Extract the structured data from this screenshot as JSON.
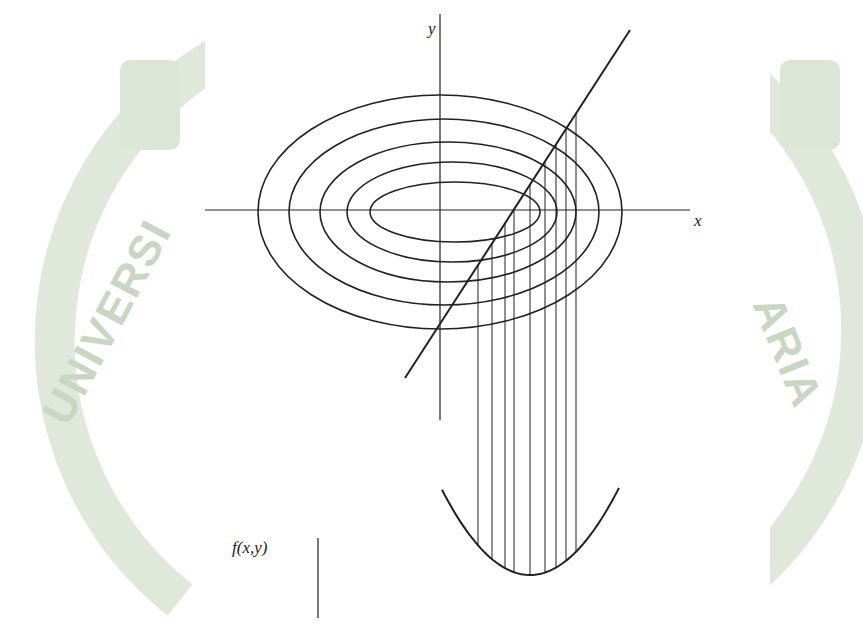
{
  "diagram": {
    "labels": [
      "y",
      "x",
      "f(x,y)",
      "UNIVERSI",
      "ARIA"
    ]
  }
}
